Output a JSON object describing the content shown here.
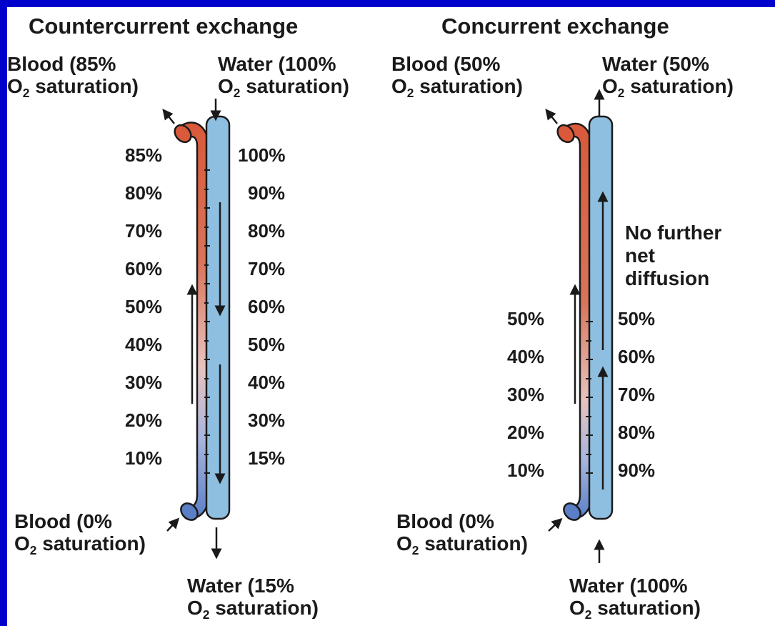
{
  "colors": {
    "border": "#0000cc",
    "blood_oxygenated": "#d9593a",
    "blood_deoxygenated": "#5b7fc6",
    "water": "#8fbfe0",
    "outline": "#1a1a1a"
  },
  "countercurrent": {
    "title": "Countercurrent exchange",
    "blood_out": {
      "line1": "Blood (85%",
      "o": "O",
      "sub": "2",
      "rest": " saturation)"
    },
    "water_in": {
      "line1": "Water (100%",
      "o": "O",
      "sub": "2",
      "rest": " saturation)"
    },
    "blood_in": {
      "line1": "Blood (0%",
      "o": "O",
      "sub": "2",
      "rest": " saturation)"
    },
    "water_out": {
      "line1": "Water (15%",
      "o": "O",
      "sub": "2",
      "rest": " saturation)"
    },
    "blood_levels": [
      "85%",
      "80%",
      "70%",
      "60%",
      "50%",
      "40%",
      "30%",
      "20%",
      "10%"
    ],
    "water_levels": [
      "100%",
      "90%",
      "80%",
      "70%",
      "60%",
      "50%",
      "40%",
      "30%",
      "15%"
    ]
  },
  "concurrent": {
    "title": "Concurrent exchange",
    "blood_out": {
      "line1": "Blood (50%",
      "o": "O",
      "sub": "2",
      "rest": " saturation)"
    },
    "water_out": {
      "line1": "Water (50%",
      "o": "O",
      "sub": "2",
      "rest": " saturation)"
    },
    "blood_in": {
      "line1": "Blood (0%",
      "o": "O",
      "sub": "2",
      "rest": " saturation)"
    },
    "water_in": {
      "line1": "Water (100%",
      "o": "O",
      "sub": "2",
      "rest": " saturation)"
    },
    "blood_levels": [
      "50%",
      "40%",
      "30%",
      "20%",
      "10%"
    ],
    "water_levels": [
      "50%",
      "60%",
      "70%",
      "80%",
      "90%"
    ],
    "equilibrium_note": [
      "No further",
      "net",
      "diffusion"
    ]
  }
}
